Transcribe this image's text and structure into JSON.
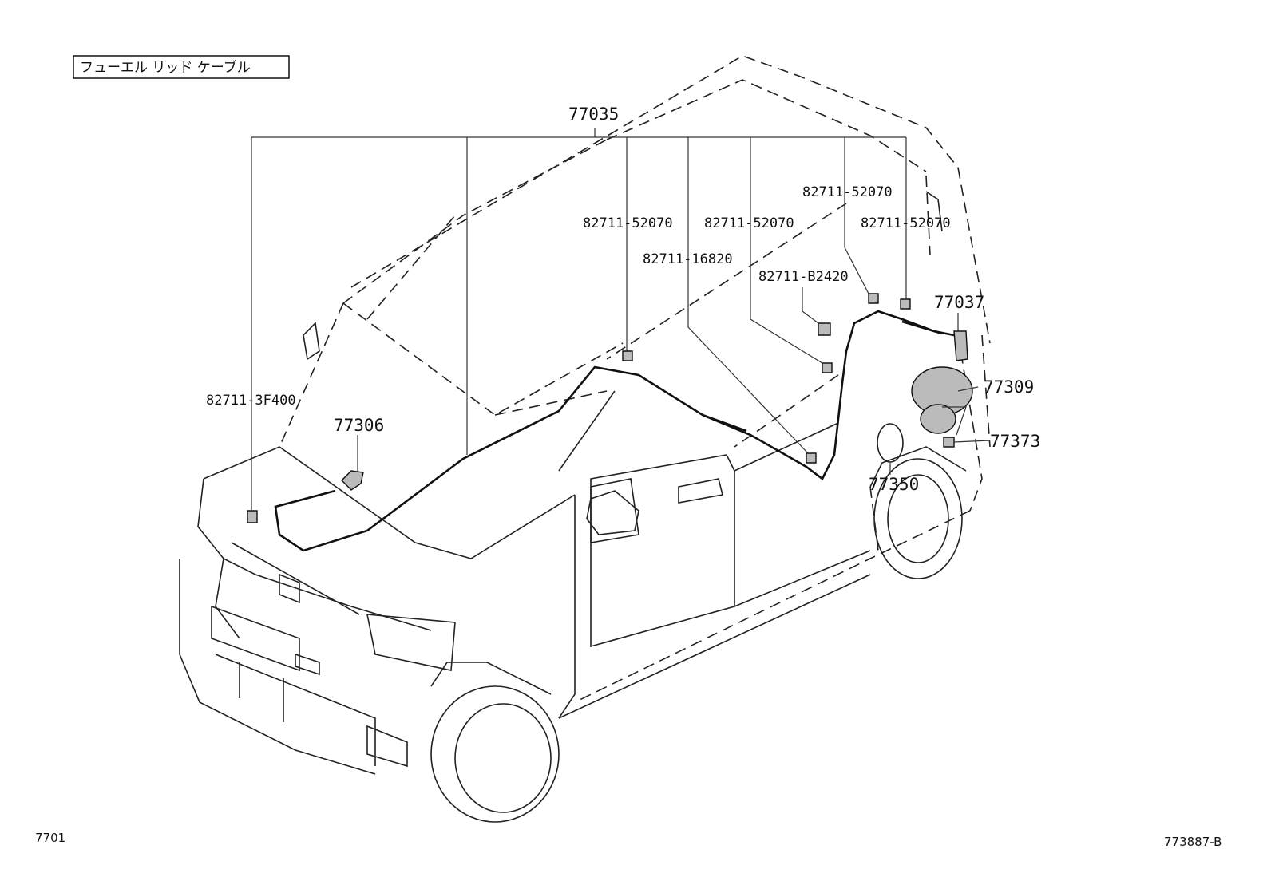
{
  "title_box": "フューエル リッド ケーブル",
  "main_callout": "77035",
  "clip_labels": {
    "a": "82711-52070",
    "b": "82711-52070",
    "c": "82711-52070",
    "d": "82711-52070",
    "e": "82711-16820",
    "f": "82711-B2420",
    "g": "82711-3F400"
  },
  "part_labels": {
    "p77306": "77306",
    "p77037": "77037",
    "p77309": "77309",
    "p77373": "77373",
    "p77350": "77350"
  },
  "footer": {
    "left": "7701",
    "right": "773887-B"
  }
}
